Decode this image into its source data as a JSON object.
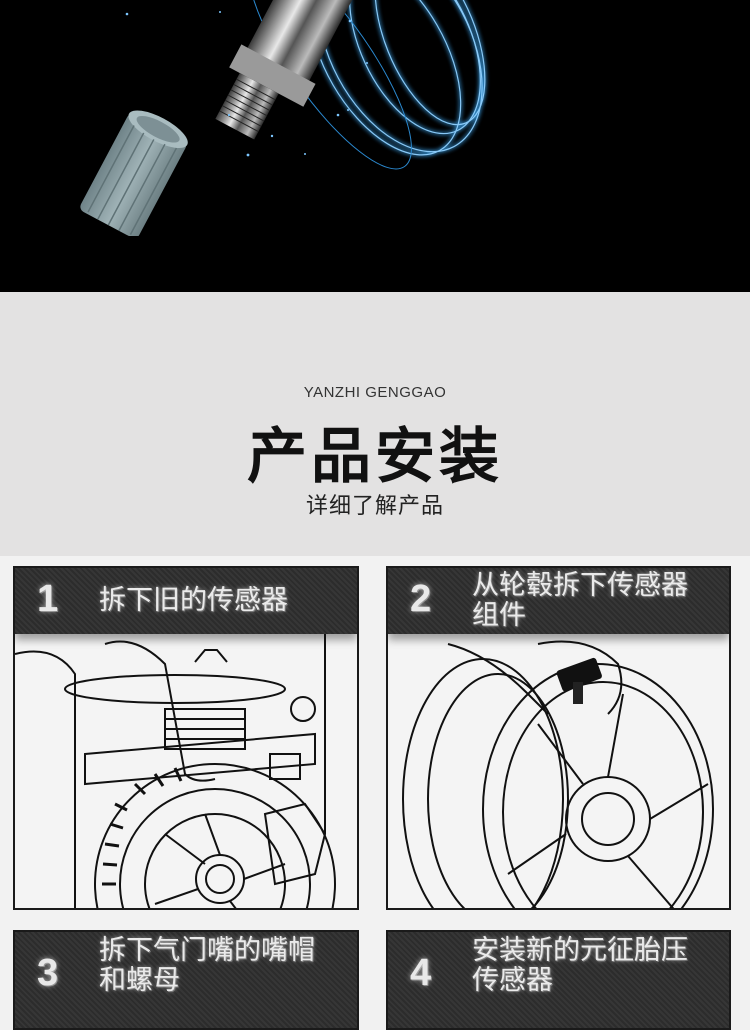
{
  "hero": {
    "image": "tpms-valve-sensor-with-blue-light-rings",
    "background": "#000000",
    "ring_color": "#3da9f5",
    "cap_color": "#8fa3a8"
  },
  "intro": {
    "subtitle_en": "YANZHI GENGGAO",
    "title_cn": "产品安装",
    "tagline_cn": "详细了解产品",
    "background": "#e3e2e2"
  },
  "steps": [
    {
      "number": "1",
      "title": "拆下旧的传感器",
      "illustration": "hands-removing-tire-on-tire-changer"
    },
    {
      "number": "2",
      "title": "从轮毂拆下传感器组件",
      "title_line1": "从轮毂拆下传感器",
      "title_line2": "组件",
      "illustration": "hand-removing-sensor-from-wheel-rim"
    },
    {
      "number": "3",
      "title": "拆下气门嘴的嘴帽和螺母",
      "title_line1": "拆下气门嘴的嘴帽",
      "title_line2": "和螺母"
    },
    {
      "number": "4",
      "title": "安装新的元征胎压传感器",
      "title_line1": "安装新的元征胎压",
      "title_line2": "传感器"
    }
  ]
}
